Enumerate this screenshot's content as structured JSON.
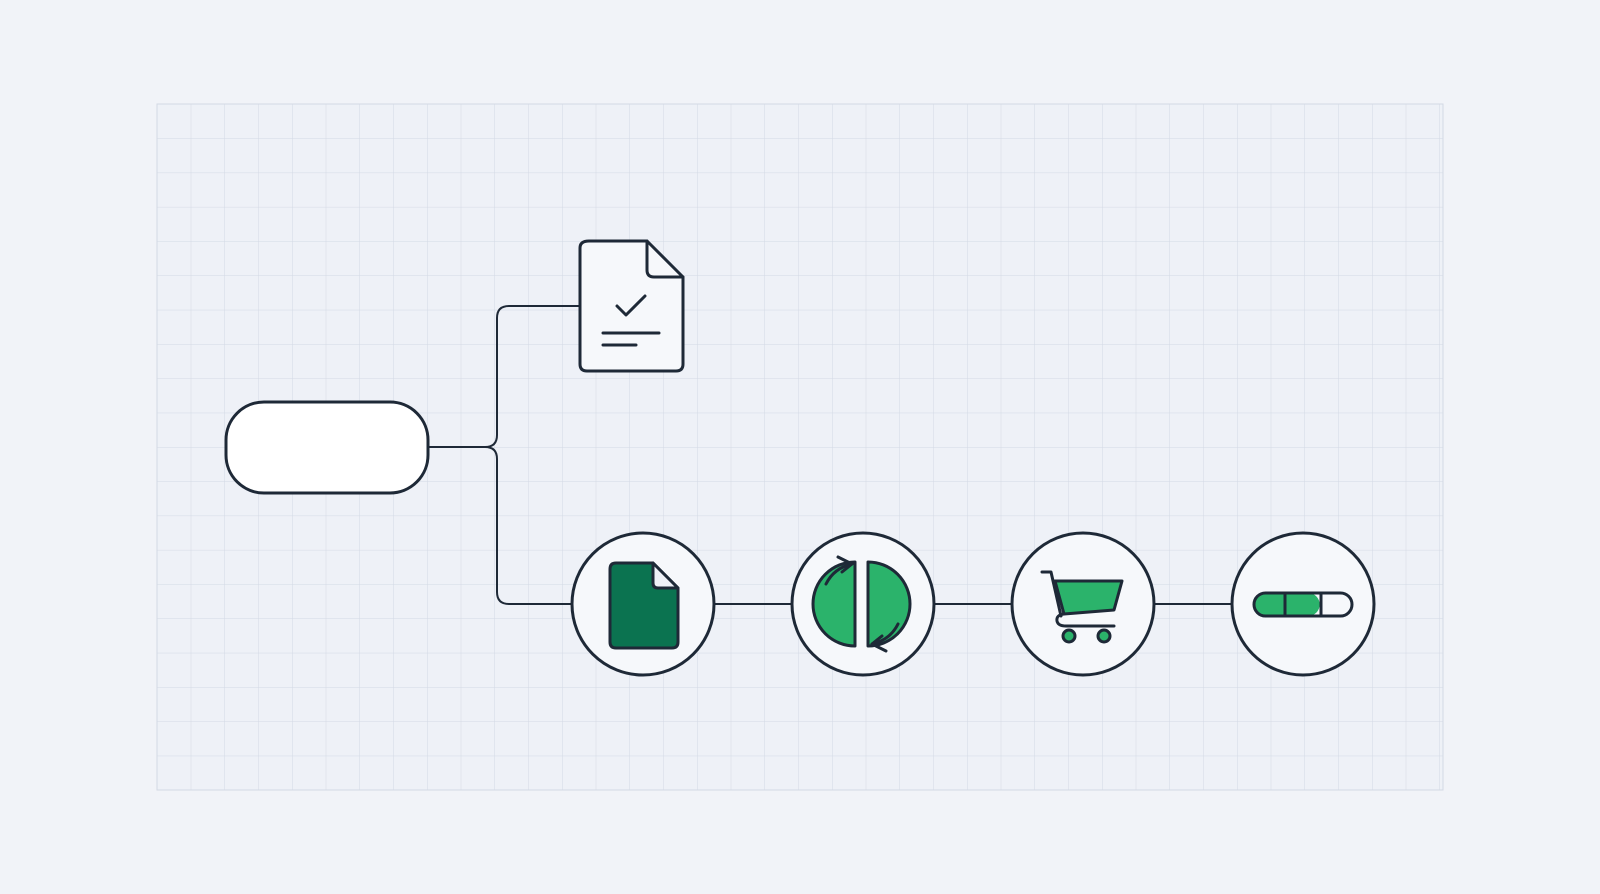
{
  "diagram": {
    "colors": {
      "background": "#f1f3f8",
      "grid_line": "#d3d9e4",
      "grid_fill": "#eef1f7",
      "outline": "#1e2937",
      "node_fill": "#ffffff",
      "green_dark": "#0b7350",
      "green_light": "#2bb36b"
    },
    "grid": {
      "visible": true
    },
    "nodes": [
      {
        "id": "start",
        "shape": "rounded-rectangle",
        "label": ""
      },
      {
        "id": "checked-document",
        "shape": "document",
        "icon": "document-check-icon"
      },
      {
        "id": "file",
        "shape": "circle",
        "icon": "file-icon"
      },
      {
        "id": "sync",
        "shape": "circle",
        "icon": "sync-icon"
      },
      {
        "id": "cart",
        "shape": "circle",
        "icon": "shopping-cart-icon"
      },
      {
        "id": "progress",
        "shape": "circle",
        "icon": "progress-bar-icon",
        "progress": 0.67
      }
    ],
    "edges": [
      {
        "from": "start",
        "to": "checked-document"
      },
      {
        "from": "start",
        "to": "file"
      },
      {
        "from": "file",
        "to": "sync"
      },
      {
        "from": "sync",
        "to": "cart"
      },
      {
        "from": "cart",
        "to": "progress"
      }
    ]
  }
}
